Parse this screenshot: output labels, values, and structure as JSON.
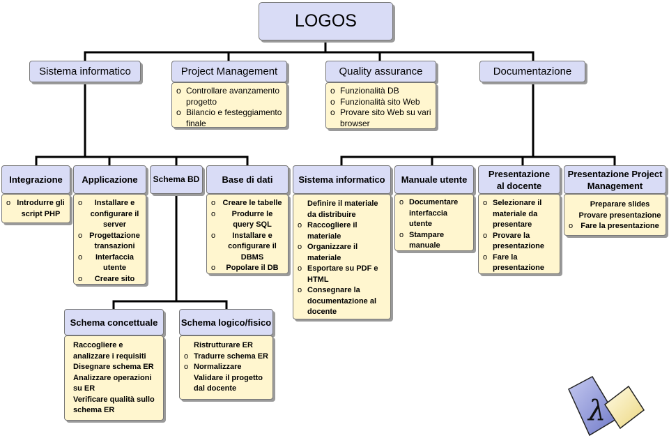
{
  "root": {
    "title": "LOGOS"
  },
  "top_level": [
    {
      "id": "sistema",
      "label": "Sistema informatico",
      "items": []
    },
    {
      "id": "pm",
      "label": "Project Management",
      "items": [
        {
          "text": "Controllare avanzamento progetto",
          "bullet": true
        },
        {
          "text": "Bilancio e festeggiamento finale",
          "bullet": true
        }
      ]
    },
    {
      "id": "qa",
      "label": "Quality assurance",
      "items": [
        {
          "text": "Funzionalità DB",
          "bullet": true
        },
        {
          "text": "Funzionalità sito Web",
          "bullet": true
        },
        {
          "text": "Provare sito Web su vari browser",
          "bullet": true
        }
      ]
    },
    {
      "id": "doc",
      "label": "Documentazione",
      "items": []
    }
  ],
  "second_level": [
    {
      "id": "integrazione",
      "label": "Integrazione",
      "items": [
        {
          "text": "Introdurre gli script PHP",
          "bullet": true
        }
      ]
    },
    {
      "id": "applicazione",
      "label": "Applicazione",
      "items": [
        {
          "text": "Installare e configurare il server",
          "bullet": true
        },
        {
          "text": "Progettazione transazioni",
          "bullet": true
        },
        {
          "text": "Interfaccia utente",
          "bullet": true
        },
        {
          "text": "Creare sito",
          "bullet": true
        }
      ]
    },
    {
      "id": "schema_bd",
      "label": "Schema BD",
      "items": []
    },
    {
      "id": "base_dati",
      "label": "Base di dati",
      "items": [
        {
          "text": "Creare le tabelle",
          "bullet": true
        },
        {
          "text": "Produrre le query SQL",
          "bullet": true
        },
        {
          "text": "Installare e configurare il DBMS",
          "bullet": true
        },
        {
          "text": "Popolare il DB",
          "bullet": true
        }
      ]
    },
    {
      "id": "sistema2",
      "label": "Sistema informatico",
      "items": [
        {
          "text": "Definire il materiale da distribuire",
          "bullet": false
        },
        {
          "text": "Raccogliere il materiale",
          "bullet": true
        },
        {
          "text": "Organizzare il materiale",
          "bullet": true
        },
        {
          "text": "Esportare su PDF e HTML",
          "bullet": true
        },
        {
          "text": "Consegnare la documentazione al docente",
          "bullet": true
        }
      ]
    },
    {
      "id": "manuale",
      "label": "Manuale utente",
      "items": [
        {
          "text": "Documentare interfaccia utente",
          "bullet": true
        },
        {
          "text": "Stampare manuale",
          "bullet": true
        }
      ]
    },
    {
      "id": "pres_docente",
      "label": "Presentazione al docente",
      "items": [
        {
          "text": "Selezionare il materiale da presentare",
          "bullet": true
        },
        {
          "text": "Provare la presentazione",
          "bullet": true
        },
        {
          "text": "Fare la presentazione",
          "bullet": true
        }
      ]
    },
    {
      "id": "pres_pm",
      "label": "Presentazione Project Management",
      "items": [
        {
          "text": "Preparare slides",
          "bullet": false
        },
        {
          "text": "Provare presentazione",
          "bullet": false
        },
        {
          "text": "Fare la presentazione",
          "bullet": true
        }
      ]
    }
  ],
  "third_level": [
    {
      "id": "schema_concettuale",
      "label": "Schema concettuale",
      "items": [
        {
          "text": "Raccogliere e analizzare i requisiti",
          "bullet": false
        },
        {
          "text": "Disegnare schema ER",
          "bullet": false
        },
        {
          "text": "Analizzare operazioni su ER",
          "bullet": false
        },
        {
          "text": "Verificare qualità sullo schema ER",
          "bullet": false
        }
      ]
    },
    {
      "id": "schema_logico",
      "label": "Schema logico/fisico",
      "items": [
        {
          "text": "Ristrutturare ER",
          "bullet": false
        },
        {
          "text": "Tradurre schema ER",
          "bullet": true
        },
        {
          "text": "Normalizzare",
          "bullet": true
        },
        {
          "text": "Validare il progetto dal docente",
          "bullet": false
        }
      ]
    }
  ],
  "logo": {
    "glyph": "λ",
    "colors": {
      "back": "#8a93d8",
      "front": "#f7e8a2"
    }
  }
}
